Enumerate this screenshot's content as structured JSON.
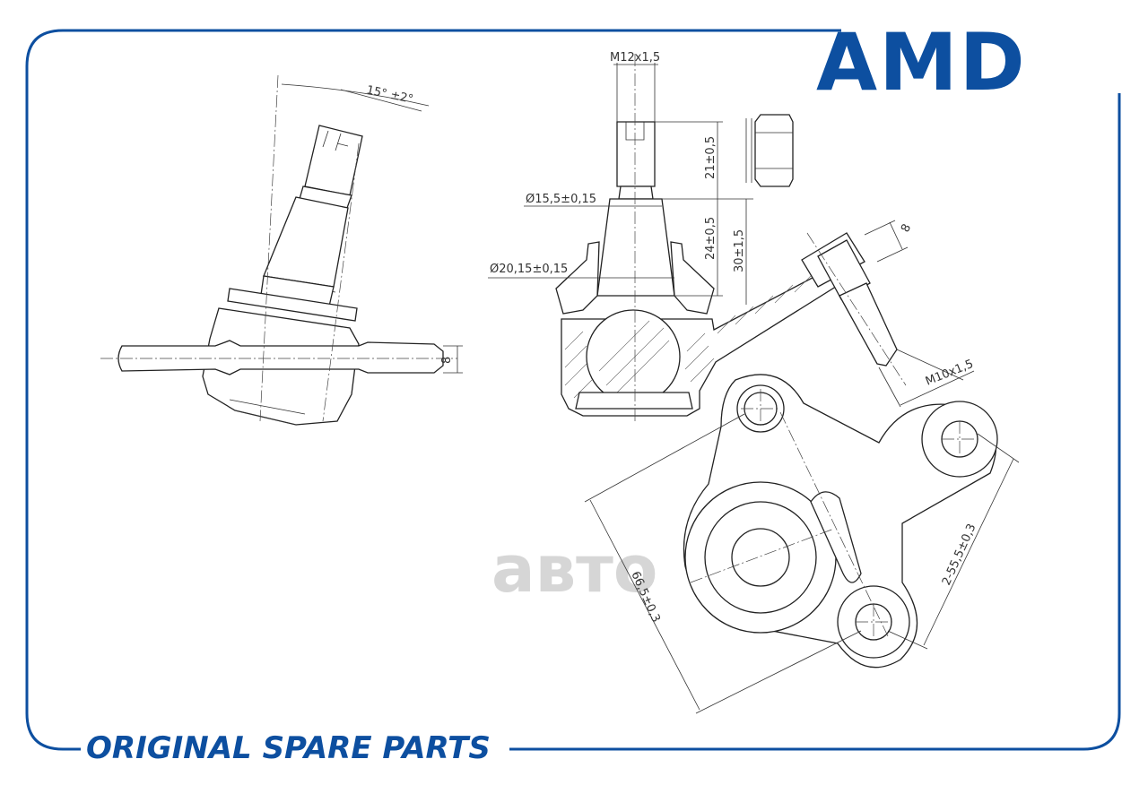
{
  "brand": {
    "logo_text": "AMD",
    "color": "#0d4fa0"
  },
  "footer": {
    "text": "ORIGINAL SPARE PARTS"
  },
  "watermark": {
    "text": "авто"
  },
  "dimensions": {
    "angle": "15° ±2°",
    "thread_top": "M12x1,5",
    "dia_15": "Ø15,5±0,15",
    "dia_20": "Ø20,15±0,15",
    "len_21": "21±0,5",
    "len_24": "24±0,5",
    "len_30": "30±1,5",
    "len_8": "8",
    "thread_bottom": "M10x1,5",
    "hole_66": "66,5±0,3",
    "hole_55": "2-55,5±0,3",
    "side_8": "8"
  },
  "colors": {
    "frame": "#0d4fa0",
    "lines": "#222222"
  }
}
